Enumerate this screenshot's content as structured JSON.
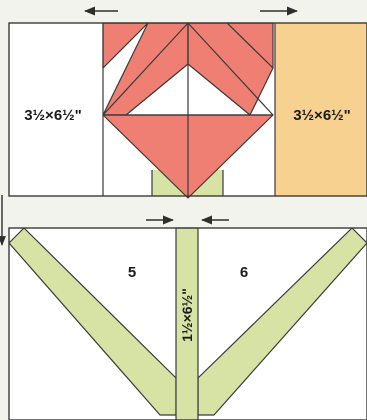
{
  "colors": {
    "background": "#f3f3ee",
    "block_fill": "#ffffff",
    "outline": "#3a3a3a",
    "tulip_petal": "#ee7f72",
    "stem_green": "#d7e2a5",
    "side_panel_yellow": "#f7d190",
    "arrow": "#2e2e2e"
  },
  "top_block": {
    "left_panel_label": "3½×6½\"",
    "right_panel_label": "3½×6½\"",
    "arrows": [
      "left",
      "right"
    ]
  },
  "bottom_block": {
    "left_section_number": "5",
    "right_section_number": "6",
    "center_strip_label": "1½×6½\"",
    "arrows": [
      "right",
      "left"
    ]
  }
}
